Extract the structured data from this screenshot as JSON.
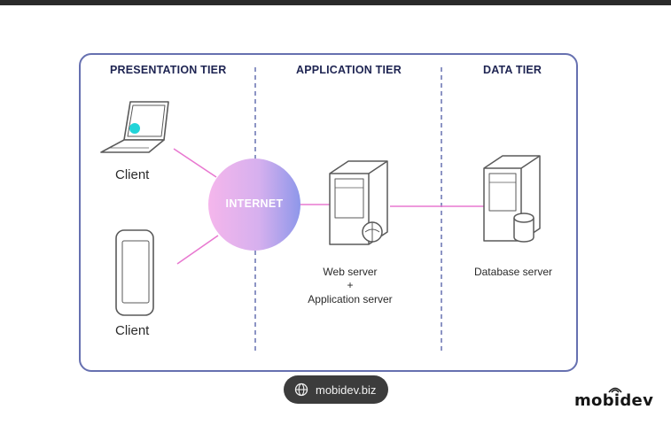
{
  "tiers": {
    "presentation": "PRESENTATION TIER",
    "application": "APPLICATION TIER",
    "data": "DATA TIER"
  },
  "clients": {
    "laptop_label": "Client",
    "phone_label": "Client"
  },
  "internet_label": "INTERNET",
  "app_server": {
    "line1": "Web server",
    "line2": "+",
    "line3": "Application server"
  },
  "db_server_label": "Database server",
  "source_pill": {
    "text": "mobidev.biz",
    "icon": "globe-icon"
  },
  "brand": {
    "text": "mobidev",
    "icon": "signal-icon"
  },
  "colors": {
    "frame": "#6670b0",
    "divider": "#6670b0",
    "connector": "#e878d0",
    "internet_gradient_start": "#f5b6ec",
    "internet_gradient_end": "#8e97ea",
    "title_text": "#1e2452"
  }
}
